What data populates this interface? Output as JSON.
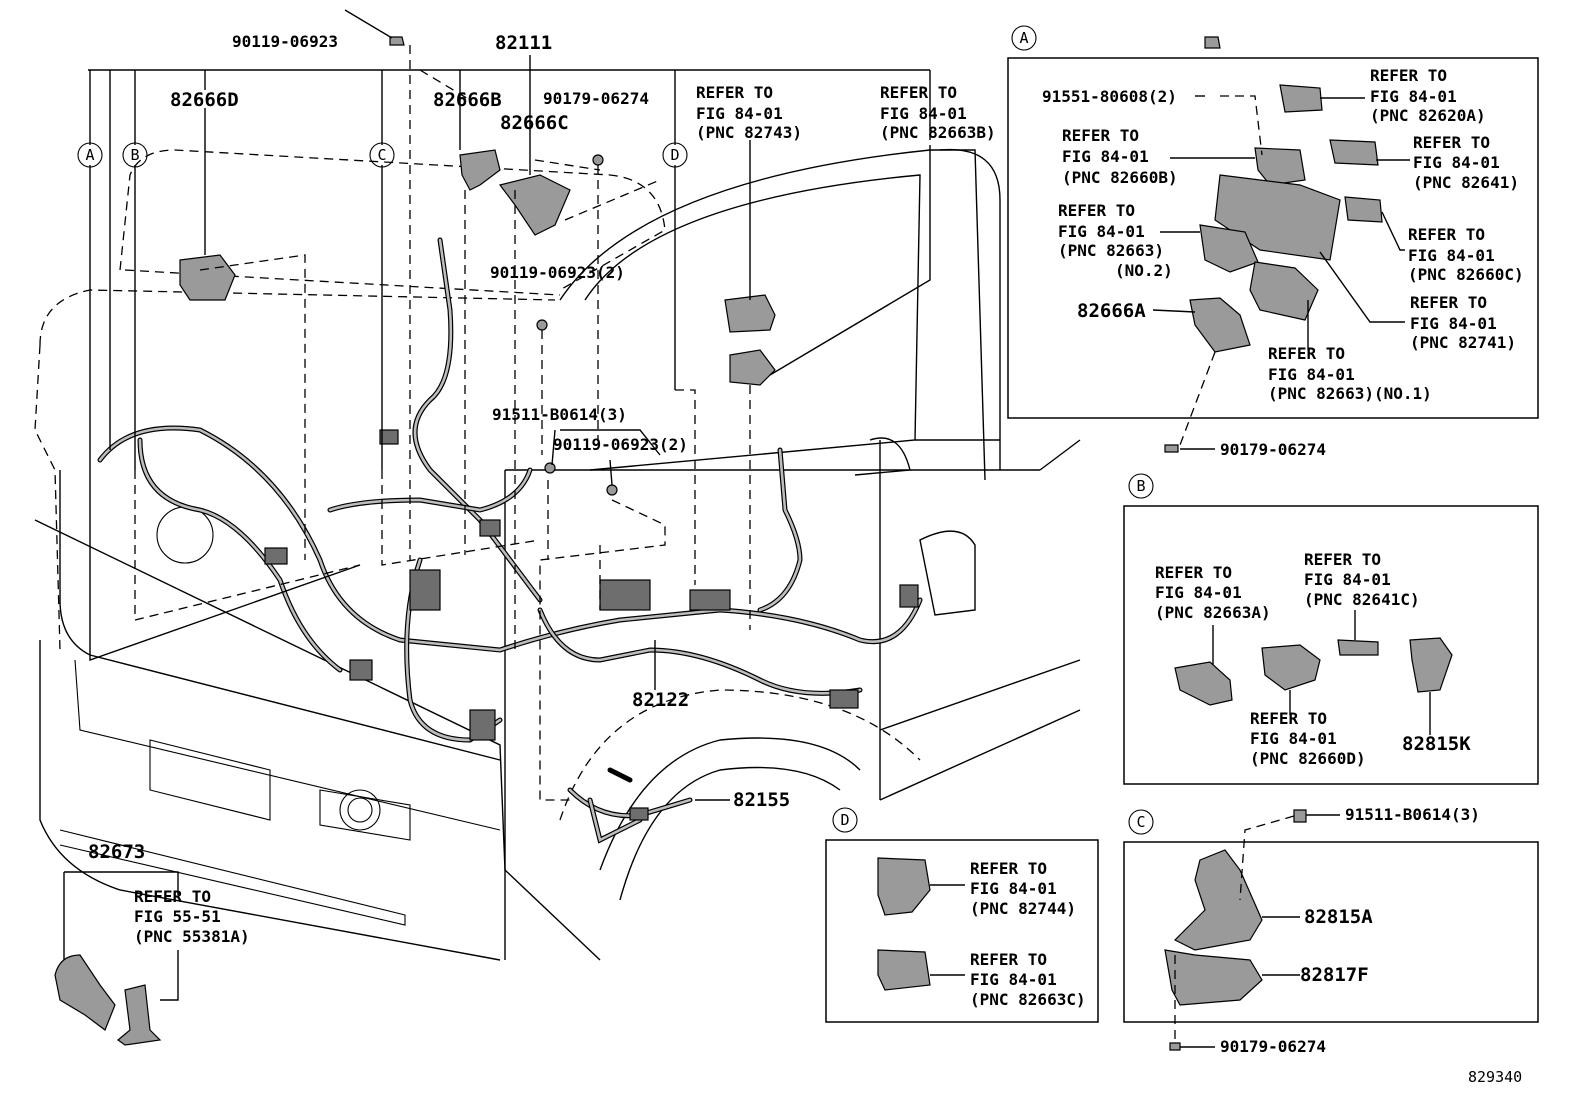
{
  "diagram": {
    "figure_code": "829340",
    "insets": {
      "A": {
        "letter": "A",
        "labels": [
          {
            "id": "a_bolt",
            "text": "91551-80608(2)"
          },
          {
            "id": "a_620a_1",
            "text": "REFER TO"
          },
          {
            "id": "a_620a_2",
            "text": "FIG 84-01"
          },
          {
            "id": "a_620a_3",
            "text": "(PNC 82620A)"
          },
          {
            "id": "a_660b_1",
            "text": "REFER TO"
          },
          {
            "id": "a_660b_2",
            "text": "FIG 84-01"
          },
          {
            "id": "a_660b_3",
            "text": "(PNC 82660B)"
          },
          {
            "id": "a_641_1",
            "text": "REFER TO"
          },
          {
            "id": "a_641_2",
            "text": "FIG 84-01"
          },
          {
            "id": "a_641_3",
            "text": "(PNC 82641)"
          },
          {
            "id": "a_663n2_1",
            "text": "REFER TO"
          },
          {
            "id": "a_663n2_2",
            "text": "FIG 84-01"
          },
          {
            "id": "a_663n2_3",
            "text": "(PNC 82663)"
          },
          {
            "id": "a_663n2_4",
            "text": "(NO.2)"
          },
          {
            "id": "a_660c_1",
            "text": "REFER TO"
          },
          {
            "id": "a_660c_2",
            "text": "FIG 84-01"
          },
          {
            "id": "a_660c_3",
            "text": "(PNC 82660C)"
          },
          {
            "id": "a_741_1",
            "text": "REFER TO"
          },
          {
            "id": "a_741_2",
            "text": "FIG 84-01"
          },
          {
            "id": "a_741_3",
            "text": "(PNC 82741)"
          },
          {
            "id": "a_82666a",
            "text": "82666A"
          },
          {
            "id": "a_663n1_1",
            "text": "REFER TO"
          },
          {
            "id": "a_663n1_2",
            "text": "FIG 84-01"
          },
          {
            "id": "a_663n1_3",
            "text": "(PNC 82663)(NO.1)"
          },
          {
            "id": "a_nut",
            "text": "90179-06274"
          }
        ]
      },
      "B": {
        "letter": "B",
        "labels": [
          {
            "id": "b_663a_1",
            "text": "REFER TO"
          },
          {
            "id": "b_663a_2",
            "text": "FIG 84-01"
          },
          {
            "id": "b_663a_3",
            "text": "(PNC 82663A)"
          },
          {
            "id": "b_641c_1",
            "text": "REFER TO"
          },
          {
            "id": "b_641c_2",
            "text": "FIG 84-01"
          },
          {
            "id": "b_641c_3",
            "text": "(PNC 82641C)"
          },
          {
            "id": "b_660d_1",
            "text": "REFER TO"
          },
          {
            "id": "b_660d_2",
            "text": "FIG 84-01"
          },
          {
            "id": "b_660d_3",
            "text": "(PNC 82660D)"
          },
          {
            "id": "b_82815k",
            "text": "82815K"
          }
        ]
      },
      "C": {
        "letter": "C",
        "labels": [
          {
            "id": "c_bolt",
            "text": "91511-B0614(3)"
          },
          {
            "id": "c_82815a",
            "text": "82815A"
          },
          {
            "id": "c_82817f",
            "text": "82817F"
          },
          {
            "id": "c_nut",
            "text": "90179-06274"
          }
        ]
      },
      "D": {
        "letter": "D",
        "labels": [
          {
            "id": "d_744_1",
            "text": "REFER TO"
          },
          {
            "id": "d_744_2",
            "text": "FIG 84-01"
          },
          {
            "id": "d_744_3",
            "text": "(PNC 82744)"
          },
          {
            "id": "d_663c_1",
            "text": "REFER TO"
          },
          {
            "id": "d_663c_2",
            "text": "FIG 84-01"
          },
          {
            "id": "d_663c_3",
            "text": "(PNC 82663C)"
          }
        ]
      }
    },
    "main": {
      "circle_letters": [
        "A",
        "B",
        "C",
        "D"
      ],
      "labels": [
        {
          "id": "m_bolt1",
          "text": "90119-06923"
        },
        {
          "id": "m_82111",
          "text": "82111"
        },
        {
          "id": "m_82666d",
          "text": "82666D"
        },
        {
          "id": "m_82666b",
          "text": "82666B"
        },
        {
          "id": "m_nut1",
          "text": "90179-06274"
        },
        {
          "id": "m_82666c",
          "text": "82666C"
        },
        {
          "id": "m_743_1",
          "text": "REFER TO"
        },
        {
          "id": "m_743_2",
          "text": "FIG 84-01"
        },
        {
          "id": "m_743_3",
          "text": "(PNC 82743)"
        },
        {
          "id": "m_663b_1",
          "text": "REFER TO"
        },
        {
          "id": "m_663b_2",
          "text": "FIG 84-01"
        },
        {
          "id": "m_663b_3",
          "text": "(PNC 82663B)"
        },
        {
          "id": "m_bolt2",
          "text": "90119-06923(2)"
        },
        {
          "id": "m_bolt3",
          "text": "91511-B0614(3)"
        },
        {
          "id": "m_bolt4",
          "text": "90119-06923(2)"
        },
        {
          "id": "m_82122",
          "text": "82122"
        },
        {
          "id": "m_82155",
          "text": "82155"
        },
        {
          "id": "m_82673",
          "text": "82673"
        },
        {
          "id": "m_553_1",
          "text": "REFER TO"
        },
        {
          "id": "m_553_2",
          "text": "FIG 55-51"
        },
        {
          "id": "m_553_3",
          "text": "(PNC 55381A)"
        }
      ]
    }
  }
}
